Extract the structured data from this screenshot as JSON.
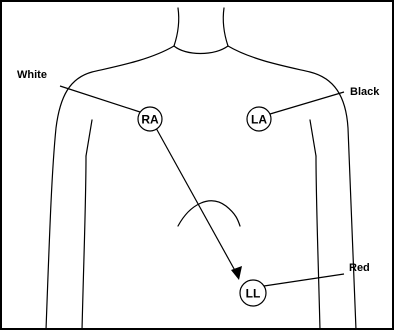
{
  "labels": {
    "white": "White",
    "black": "Black",
    "red": "Red"
  },
  "electrodes": {
    "ra": "RA",
    "la": "LA",
    "ll": "LL"
  },
  "colors": {
    "stroke": "#000000",
    "background": "#ffffff"
  }
}
